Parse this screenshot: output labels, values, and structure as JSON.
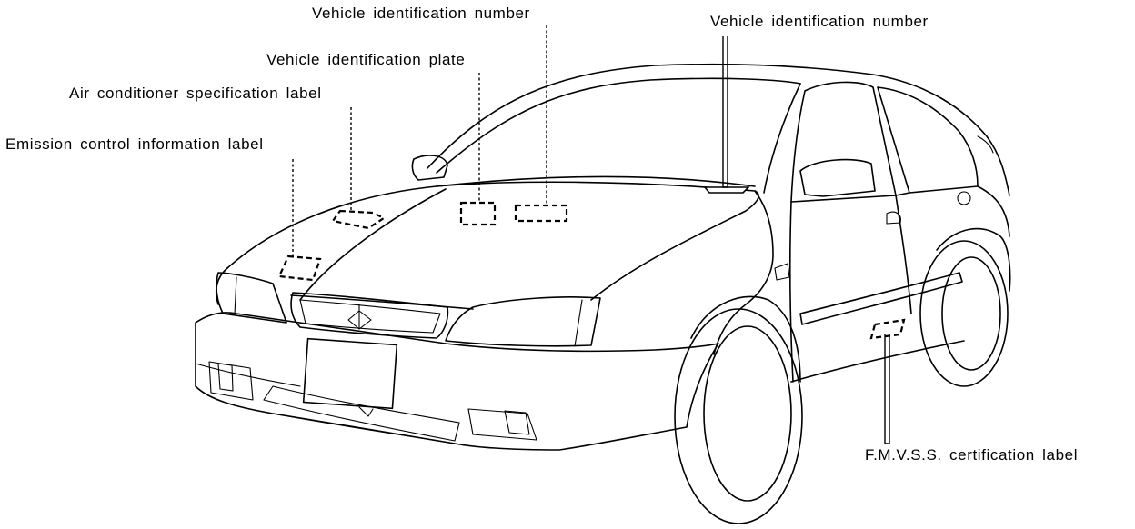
{
  "labels": {
    "vin_hood": "Vehicle identification number",
    "vin_dash": "Vehicle identification number",
    "vin_plate": "Vehicle identification plate",
    "ac_label": "Air conditioner specification label",
    "emission_label": "Emission control information label",
    "fmvss_label": "F.M.V.S.S. certification label"
  },
  "colors": {
    "line": "#000000",
    "background": "#ffffff"
  }
}
